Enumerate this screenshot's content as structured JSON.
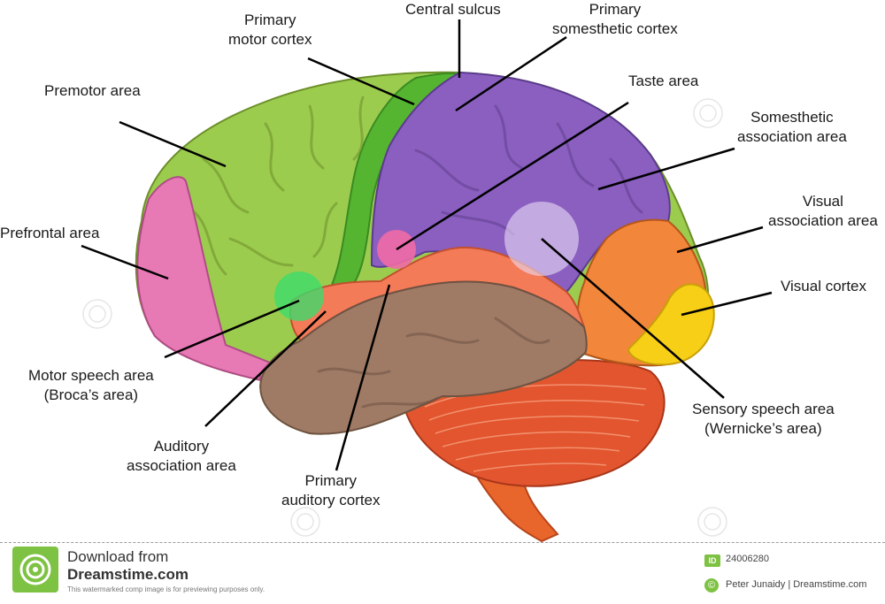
{
  "labels": {
    "central_sulcus": [
      "Central sulcus"
    ],
    "primary_motor_cortex": [
      "Primary",
      "motor cortex"
    ],
    "primary_somesthetic_cortex": [
      "Primary",
      "somesthetic cortex"
    ],
    "premotor_area": [
      "Premotor area"
    ],
    "taste_area": [
      "Taste area"
    ],
    "somesthetic_association_area": [
      "Somesthetic",
      "association area"
    ],
    "prefrontal_area": [
      "Prefrontal area"
    ],
    "visual_association_area": [
      "Visual",
      "association area"
    ],
    "visual_cortex": [
      "Visual cortex"
    ],
    "motor_speech_area": [
      "Motor speech area",
      "(Broca’s area)"
    ],
    "sensory_speech_area": [
      "Sensory speech area",
      "(Wernicke’s area)"
    ],
    "auditory_association_area": [
      "Auditory",
      "association area"
    ],
    "primary_auditory_cortex": [
      "Primary",
      "auditory cortex"
    ]
  },
  "region_colors": {
    "frontal": "#9ccc4e",
    "motor_strip": "#55b531",
    "prefrontal": "#e779b5",
    "parietal": "#8a5fc0",
    "occipital": "#f2863a",
    "visual": "#f6cf16",
    "temporal_upper": "#f47b57",
    "temporal": "#9f7b66",
    "cerebellum": "#e2552e",
    "brainstem": "#e8662b",
    "broca_highlight": "#3ddc6c",
    "taste_highlight": "#f06aa6",
    "wernicke_highlight": "#e9dcf6"
  },
  "footer": {
    "download_label": "Download from",
    "site": "Dreamstime.com",
    "note": "This watermarked comp image is for previewing purposes only.",
    "id_badge": "ID",
    "id_value": "24006280",
    "copyright_symbol": "©",
    "credit": "Peter Junaidy | Dreamstime.com"
  }
}
